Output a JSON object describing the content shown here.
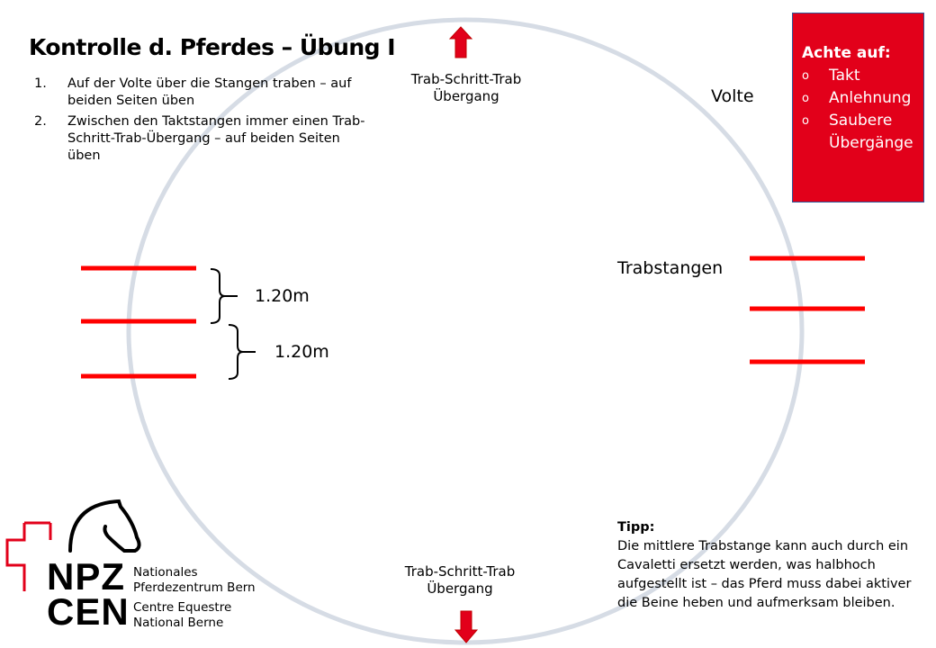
{
  "title": "Kontrolle d. Pferdes – Übung I",
  "instructions": [
    {
      "num": "1.",
      "text": "Auf der Volte über die Stangen traben – auf beiden Seiten üben"
    },
    {
      "num": "2.",
      "text": "Zwischen den Taktstangen immer einen Trab-Schritt-Trab-Übergang – auf beiden Seiten üben"
    }
  ],
  "labels": {
    "top_transition": [
      "Trab-Schritt-Trab",
      "Übergang"
    ],
    "bottom_transition": [
      "Trab-Schritt-Trab",
      "Übergang"
    ],
    "volte": "Volte",
    "trabstangen": "Trabstangen",
    "distance_1": "1.20m",
    "distance_2": "1.20m"
  },
  "attention_box": {
    "heading": "Achte auf:",
    "bullet": "o",
    "items": [
      "Takt",
      "Anlehnung",
      "Saubere Übergänge"
    ],
    "color": "#e2001a"
  },
  "tip": {
    "heading": "Tipp:",
    "text": "Die mittlere Trabstange kann auch durch ein Cavaletti ersetzt werden, was halbhoch aufgestellt ist – das Pferd muss dabei aktiver die Beine heben und aufmerksam bleiben."
  },
  "logo": {
    "line1": "NPZ",
    "line2": "CEN",
    "de1": "Nationales",
    "de2": "Pferdezentrum Bern",
    "fr1": "Centre Equestre",
    "fr2": "National Berne"
  },
  "colors": {
    "circle": "#d6dce5",
    "pole": "#ff0000",
    "arrow": "#e2001a"
  }
}
